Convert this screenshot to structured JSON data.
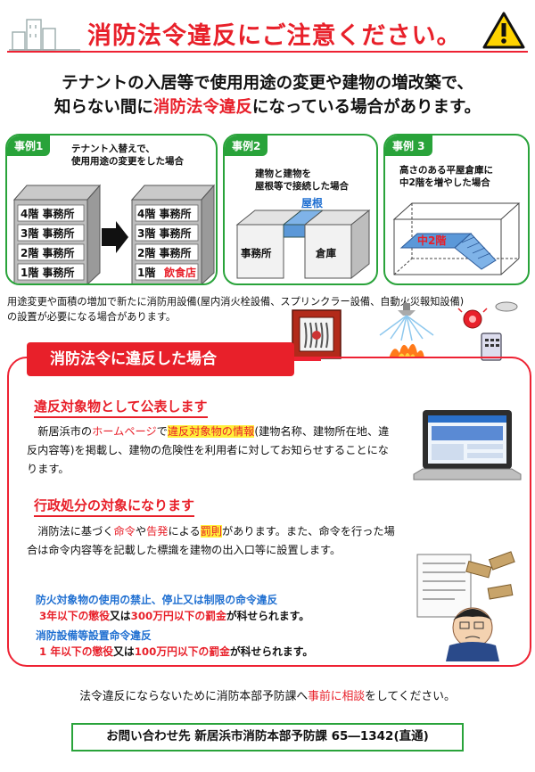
{
  "header": {
    "title": "消防法令違反にご注意ください。"
  },
  "subtitle": {
    "line1": "テナントの入居等で使用用途の変更や建物の増改築で、",
    "line2_a": "知らない間に",
    "line2_b": "消防法令違反",
    "line2_c": "になっている場合があります。"
  },
  "cases": [
    {
      "tag": "事例1",
      "desc_line1": "テナント入替えで、",
      "desc_line2": "使用用途の変更をした場合",
      "before_floors": [
        "4階 事務所",
        "3階 事務所",
        "2階 事務所",
        "1階 事務所"
      ],
      "after_floors": [
        "4階 事務所",
        "3階 事務所",
        "2階 事務所",
        "1階"
      ],
      "after_highlight": "飲食店"
    },
    {
      "tag": "事例2",
      "desc_line1": "建物と建物を",
      "desc_line2": "屋根等で接続した場合",
      "roof_label": "屋根",
      "left_label": "事務所",
      "right_label": "倉庫"
    },
    {
      "tag": "事例 3",
      "desc_line1": "高さのある平屋倉庫に",
      "desc_line2": "中2階を増やした場合",
      "mezz_label": "中2階"
    }
  ],
  "note": {
    "line1": "用途変更や面積の増加で新たに消防用設備(屋内消火栓設備、スプリンクラー設備、自動火災報知設備)",
    "line2": "の設置が必要になる場合があります。"
  },
  "violation": {
    "tab_label": "消防法令に違反した場合",
    "section1": {
      "heading": "違反対象物として公表します",
      "p_a": "新居浜市の",
      "p_b": "ホームページ",
      "p_c": "で",
      "p_d": "違反対象物の情報",
      "p_e": "(建物名称、建物所在地、違反内容等)を掲載し、建物の危険性を利用者に対してお知らせすることになります。"
    },
    "section2": {
      "heading": "行政処分の対象になります",
      "p_a": "消防法に基づく",
      "p_b": "命令",
      "p_c": "や",
      "p_d": "告発",
      "p_e": "による",
      "p_f": "罰則",
      "p_g": "があります。また、命令を行った場合は命令内容等を記載した標識を建物の出入口等に設置します。"
    },
    "orders": [
      {
        "title": "防火対象物の使用の禁止、停止又は制限の命令違反",
        "a": "3年以下の懲役",
        "b": "又は",
        "c": "300万円以下の罰金",
        "d": "が科せられます。"
      },
      {
        "title": "消防設備等設置命令違反",
        "a": "1 年以下の懲役",
        "b": "又は",
        "c": "100万円以下の罰金",
        "d": "が科せられます。"
      }
    ]
  },
  "footer": {
    "a": "法令違反にならないために消防本部予防課へ",
    "b": "事前に相談",
    "c": "をしてください。",
    "contact": "お問い合わせ先 新居浜市消防本部予防課 65―1342(直通)"
  },
  "colors": {
    "accent_red": "#e8202a",
    "green": "#29a33a",
    "blue": "#1f6fd1",
    "highlight": "#ffef3a"
  }
}
